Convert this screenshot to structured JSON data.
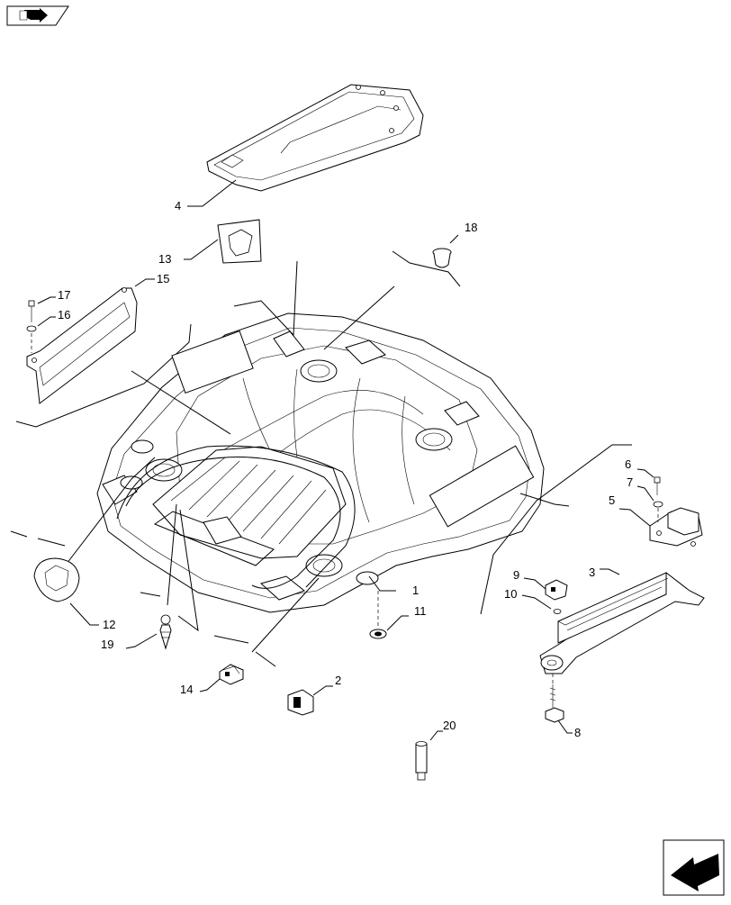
{
  "labels": {
    "p1": "1",
    "p2": "2",
    "p3": "3",
    "p4": "4",
    "p5": "5",
    "p6": "6",
    "p7": "7",
    "p8": "8",
    "p9": "9",
    "p10": "10",
    "p11": "11",
    "p12": "12",
    "p13": "13",
    "p14": "14",
    "p15": "15",
    "p16": "16",
    "p17": "17",
    "p18": "18",
    "p19": "19",
    "p20": "20"
  },
  "icons": {
    "top_left": "book-back-icon",
    "bottom_right": "next-page-arrow-icon"
  }
}
